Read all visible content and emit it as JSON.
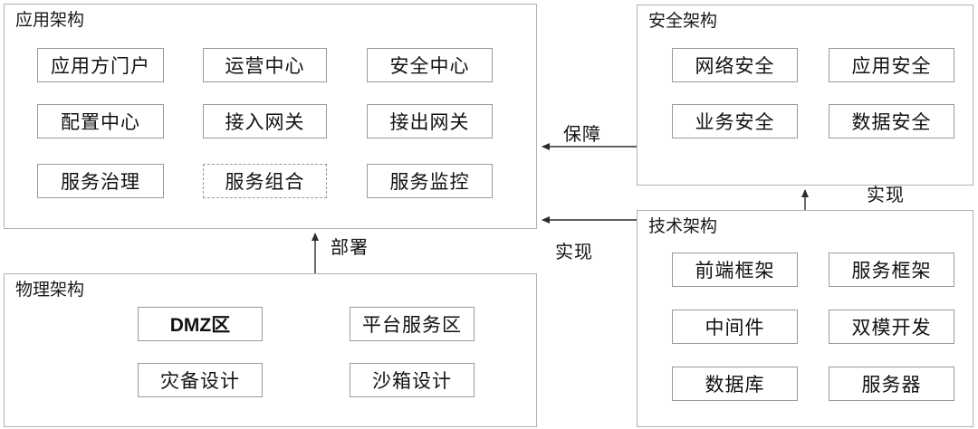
{
  "diagram": {
    "title_font_note": "",
    "panels": [
      {
        "id": "app",
        "title": "应用架构",
        "items": [
          {
            "label": "应用方门户",
            "style": "solid"
          },
          {
            "label": "运营中心",
            "style": "solid"
          },
          {
            "label": "安全中心",
            "style": "solid"
          },
          {
            "label": "配置中心",
            "style": "solid"
          },
          {
            "label": "接入网关",
            "style": "solid"
          },
          {
            "label": "接出网关",
            "style": "solid"
          },
          {
            "label": "服务治理",
            "style": "solid"
          },
          {
            "label": "服务组合",
            "style": "dashed"
          },
          {
            "label": "服务监控",
            "style": "solid"
          }
        ]
      },
      {
        "id": "security",
        "title": "安全架构",
        "items": [
          {
            "label": "网络安全",
            "style": "solid"
          },
          {
            "label": "应用安全",
            "style": "solid"
          },
          {
            "label": "业务安全",
            "style": "solid"
          },
          {
            "label": "数据安全",
            "style": "solid"
          }
        ]
      },
      {
        "id": "physical",
        "title": "物理架构",
        "items": [
          {
            "label": "DMZ区",
            "style": "sans-bold"
          },
          {
            "label": "平台服务区",
            "style": "solid"
          },
          {
            "label": "灾备设计",
            "style": "solid"
          },
          {
            "label": "沙箱设计",
            "style": "solid"
          }
        ]
      },
      {
        "id": "technical",
        "title": "技术架构",
        "items": [
          {
            "label": "前端框架",
            "style": "solid"
          },
          {
            "label": "服务框架",
            "style": "solid"
          },
          {
            "label": "中间件",
            "style": "solid"
          },
          {
            "label": "双模开发",
            "style": "solid"
          },
          {
            "label": "数据库",
            "style": "solid"
          },
          {
            "label": "服务器",
            "style": "solid"
          }
        ]
      }
    ],
    "connectors": [
      {
        "id": "security-to-app",
        "label": "保障",
        "direction": "left"
      },
      {
        "id": "technical-to-app",
        "label": "实现",
        "direction": "left"
      },
      {
        "id": "physical-to-app",
        "label": "部署",
        "direction": "up"
      },
      {
        "id": "technical-to-security",
        "label": "实现",
        "direction": "up"
      }
    ],
    "colors": {
      "panel_border": "#b0b0b0",
      "item_border": "#9a9a9a",
      "connector": "#2b2b2b",
      "text": "#111111",
      "background": "#ffffff"
    }
  }
}
